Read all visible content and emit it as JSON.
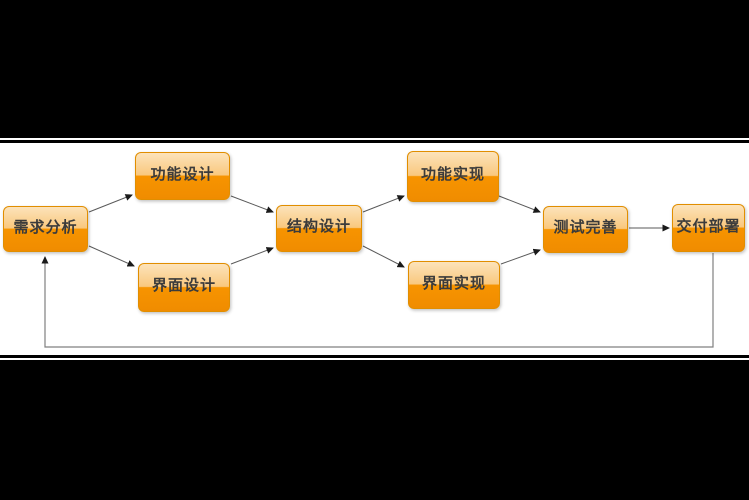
{
  "diagram": {
    "type": "flowchart",
    "description": "software development process flow on white slide with black letterbox bars"
  },
  "nodes": [
    {
      "id": "requirements-analysis",
      "label": "需求分析"
    },
    {
      "id": "function-design",
      "label": "功能设计"
    },
    {
      "id": "ui-design",
      "label": "界面设计"
    },
    {
      "id": "structure-design",
      "label": "结构设计"
    },
    {
      "id": "function-implementation",
      "label": "功能实现"
    },
    {
      "id": "ui-implementation",
      "label": "界面实现"
    },
    {
      "id": "testing-improvement",
      "label": "测试完善"
    },
    {
      "id": "delivery-deployment",
      "label": "交付部署"
    }
  ],
  "edges": [
    {
      "from": "需求分析",
      "to": "功能设计",
      "type": "arrow"
    },
    {
      "from": "需求分析",
      "to": "界面设计",
      "type": "arrow"
    },
    {
      "from": "功能设计",
      "to": "结构设计",
      "type": "arrow"
    },
    {
      "from": "界面设计",
      "to": "结构设计",
      "type": "arrow"
    },
    {
      "from": "结构设计",
      "to": "功能实现",
      "type": "arrow"
    },
    {
      "from": "结构设计",
      "to": "界面实现",
      "type": "arrow"
    },
    {
      "from": "功能实现",
      "to": "测试完善",
      "type": "arrow"
    },
    {
      "from": "界面实现",
      "to": "测试完善",
      "type": "arrow"
    },
    {
      "from": "测试完善",
      "to": "交付部署",
      "type": "arrow"
    },
    {
      "from": "交付部署",
      "to": "需求分析",
      "type": "feedback-loop"
    }
  ],
  "colors": {
    "node_gradient_top": "#fce3ba",
    "node_gradient_mid_light": "#f9c87e",
    "node_gradient_mid_dark": "#f79400",
    "node_gradient_bottom": "#f08c00",
    "node_border": "#e18e00",
    "node_text": "#3b3b3b",
    "connector": "#595959",
    "feedback_connector": "#808080",
    "arrowhead": "#1a1a1a",
    "letterbox": "#000000",
    "slide_background": "#ffffff"
  }
}
